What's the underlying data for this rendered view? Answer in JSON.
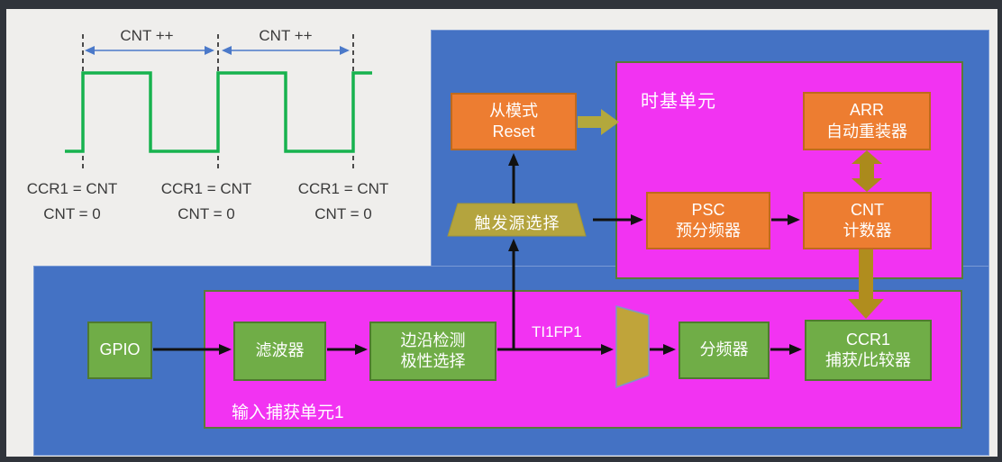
{
  "panel_waveform": {
    "interval_labels": [
      "CNT ++",
      "CNT ++"
    ],
    "events": [
      {
        "l1": "CCR1 = CNT",
        "l2": "CNT = 0"
      },
      {
        "l1": "CCR1 = CNT",
        "l2": "CNT = 0"
      },
      {
        "l1": "CCR1 = CNT",
        "l2": "CNT = 0"
      }
    ],
    "wave": {
      "high_edges_x": [
        92,
        242,
        392
      ],
      "fall_edges_x": [
        167,
        317
      ],
      "levels": {
        "low": "0",
        "high": "1"
      }
    }
  },
  "timebase": {
    "title": "时基单元",
    "arr_l1": "ARR",
    "arr_l2": "自动重装器",
    "psc_l1": "PSC",
    "psc_l2": "预分频器",
    "cnt_l1": "CNT",
    "cnt_l2": "计数器"
  },
  "slave": {
    "l1": "从模式",
    "l2": "Reset"
  },
  "trigger": {
    "label": "触发源选择"
  },
  "capture": {
    "title": "输入捕获单元1",
    "gpio": "GPIO",
    "filter": "滤波器",
    "edge_l1": "边沿检测",
    "edge_l2": "极性选择",
    "signal": "TI1FP1",
    "divider": "分频器",
    "ccr_l1": "CCR1",
    "ccr_l2": "捕获/比较器"
  },
  "colors": {
    "frame": "#30343b",
    "slide_bg": "#efeeec",
    "blue_panel": "#4472c4",
    "magenta_region": "#f233f2",
    "region_border": "#5a7a38",
    "orange_box": "#ed7d31",
    "green_box": "#70ad47",
    "gold_arrow": "#b08d1e",
    "olive_shape": "#b4a43e",
    "wave_green": "#17b24e",
    "dim_arrow_blue": "#4b79c9",
    "connector_black": "#111111"
  }
}
